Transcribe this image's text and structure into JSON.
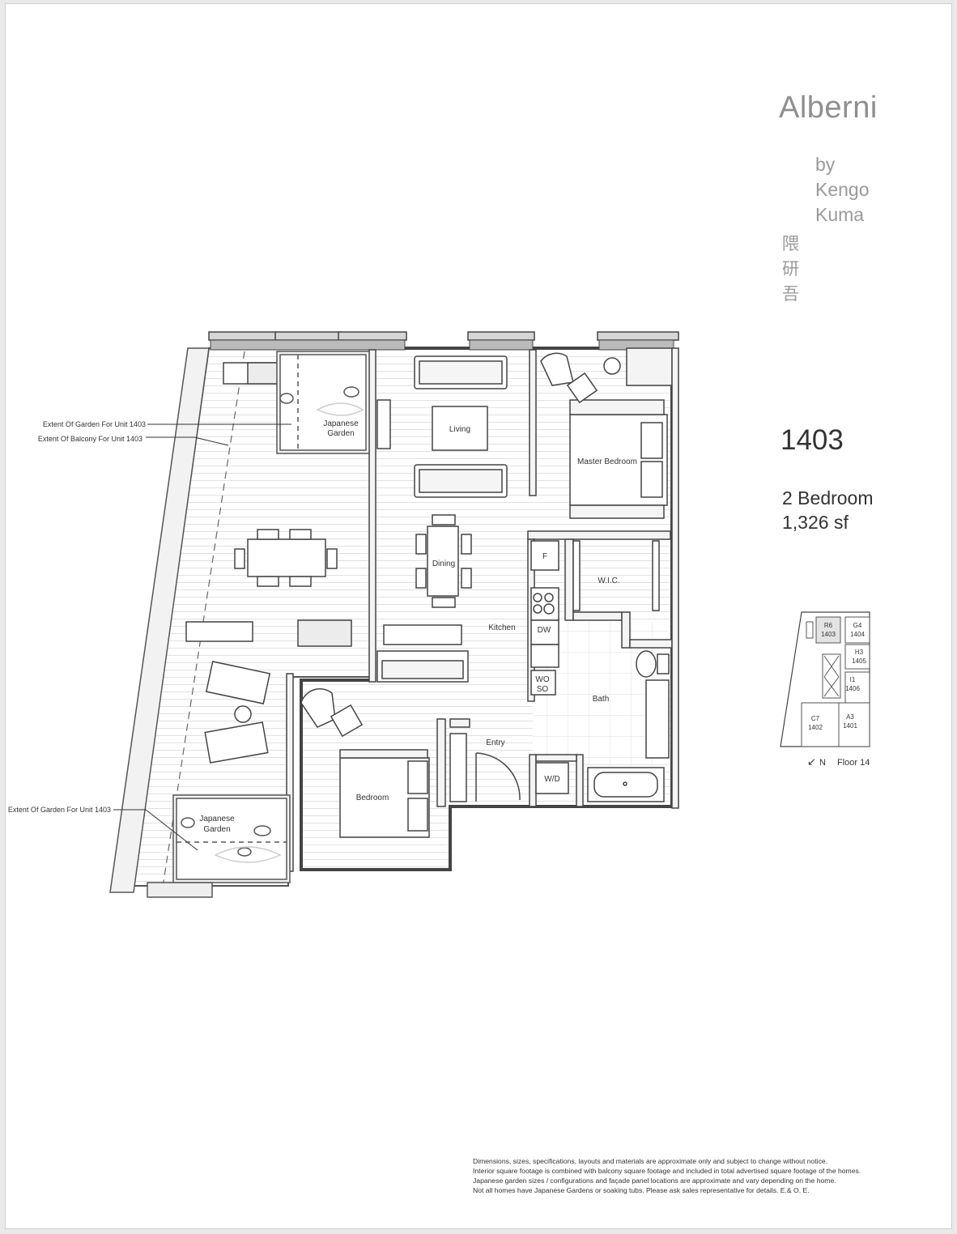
{
  "brand": {
    "name": "Alberni",
    "by_lines": [
      "by",
      "Kengo",
      "Kuma"
    ],
    "kanji": [
      "隈",
      "研",
      "吾"
    ]
  },
  "unit": {
    "number": "1403",
    "type": "2 Bedroom",
    "area": "1,326 sf"
  },
  "plan": {
    "rooms": {
      "living": "Living",
      "master_bedroom": "Master Bedroom",
      "dining": "Dining",
      "wic": "W.I.C.",
      "kitchen": "Kitchen",
      "bath": "Bath",
      "entry": "Entry",
      "bedroom": "Bedroom"
    },
    "appliances": {
      "fridge": "F",
      "dishwasher": "DW",
      "wall_oven_top": "WO",
      "wall_oven_bottom": "SO",
      "washer_dryer": "W/D"
    },
    "gardens": {
      "upper_l1": "Japanese",
      "upper_l2": "Garden",
      "lower_l1": "Japanese",
      "lower_l2": "Garden"
    },
    "callouts": {
      "garden_upper": "Extent Of Garden For Unit 1403",
      "balcony": "Extent Of Balcony For Unit 1403",
      "garden_lower": "Extent Of Garden For Unit 1403"
    }
  },
  "keyplan": {
    "units": [
      {
        "code": "R6",
        "number": "1403"
      },
      {
        "code": "G4",
        "number": "1404"
      },
      {
        "code": "H3",
        "number": "1405"
      },
      {
        "code": "I1",
        "number": "1406"
      },
      {
        "code": "C7",
        "number": "1402"
      },
      {
        "code": "A3",
        "number": "1401"
      }
    ],
    "north": "N",
    "north_arrow": "↙",
    "floor": "Floor 14"
  },
  "disclaimer": [
    "Dimensions, sizes, specifications, layouts and materials are approximate only and subject to change without notice.",
    "Interior square footage is combined with balcony square footage and included in total advertised square footage of the homes.",
    "Japanese garden sizes / configurations and façade panel locations are approximate and vary depending on the home.",
    "Not all homes have Japanese Gardens or soaking tubs. Please ask sales representative for details. E.& O. E."
  ]
}
